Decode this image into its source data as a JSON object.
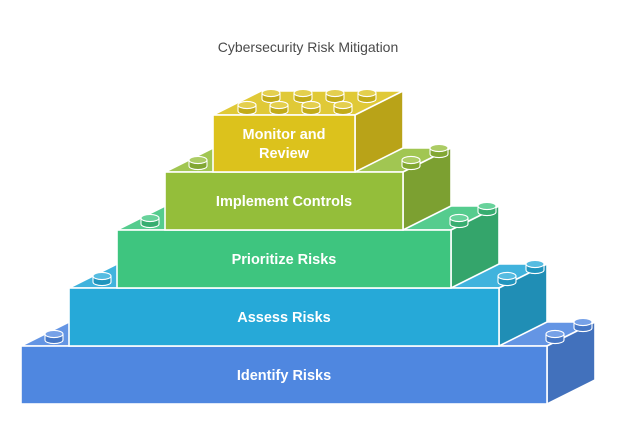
{
  "diagram": {
    "title": "Cybersecurity Risk Mitigation",
    "levels": [
      {
        "lines": [
          "Identify Risks"
        ],
        "color": "#4f87e0"
      },
      {
        "lines": [
          "Assess Risks"
        ],
        "color": "#26a9d8"
      },
      {
        "lines": [
          "Prioritize Risks"
        ],
        "color": "#3ec57f"
      },
      {
        "lines": [
          "Implement Controls"
        ],
        "color": "#94be3a"
      },
      {
        "lines": [
          "Monitor and",
          "Review"
        ],
        "color": "#dcc21c"
      }
    ]
  }
}
